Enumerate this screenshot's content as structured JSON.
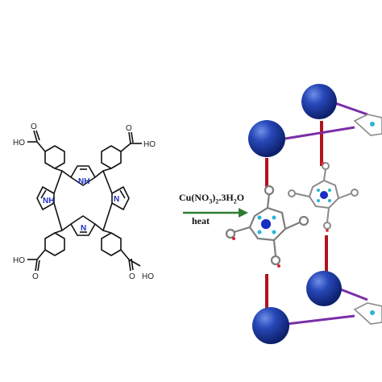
{
  "molecule": {
    "cooh_label": "HO",
    "cooh_o": "O",
    "nh_label": "NH",
    "n_label": "N",
    "h_label": "H"
  },
  "reaction": {
    "reagent_prefix": "Cu(NO",
    "reagent_sub1": "3",
    "reagent_mid": ")",
    "reagent_sub2": "2",
    "reagent_suffix": ".3H",
    "reagent_sub3": "2",
    "reagent_end": "O",
    "condition": "heat"
  },
  "colors": {
    "node_blue": "#1f3fa8",
    "rod_red": "#b3121c",
    "rod_purple": "#7a2fa6",
    "arrow_green": "#2e7d32",
    "nitrogen_blue": "#1a2fbf"
  }
}
